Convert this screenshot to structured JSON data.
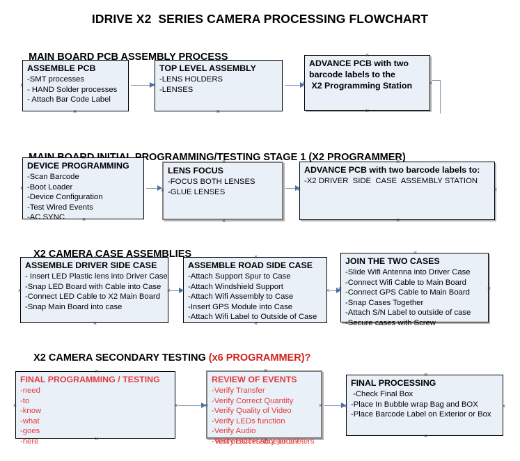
{
  "title": "IDRIVE X2  SERIES CAMERA PROCESSING FLOWCHART",
  "sections": [
    {
      "heading": "MAIN BOARD PCB ASSEMBLY PROCESS",
      "accent": ""
    },
    {
      "heading": "MAIN BOARD INITIAL PROGRAMMING/TESTING STAGE 1 (X2 PROGRAMMER)",
      "accent": ""
    },
    {
      "heading": "X2 CAMERA CASE ASSEMBLIES",
      "accent": ""
    },
    {
      "heading": "X2 CAMERA SECONDARY TESTING ",
      "accent": "(x6 PROGRAMMER)?"
    }
  ],
  "nodes": [
    {
      "id": "assemble-pcb",
      "title": "ASSEMBLE PCB",
      "lines": [
        "-SMT processes",
        "- HAND Solder processes",
        "- Attach Bar Code Label"
      ]
    },
    {
      "id": "top-level-assembly",
      "title": "TOP LEVEL ASSEMBLY",
      "lines": [
        "-LENS HOLDERS",
        "-LENSES"
      ]
    },
    {
      "id": "advance-pcb-programming-station",
      "title": "ADVANCE PCB with two",
      "lines": [
        "barcode labels to the",
        " X2 Programming Station"
      ]
    },
    {
      "id": "device-programming",
      "title": "DEVICE PROGRAMMING",
      "lines": [
        "-Scan Barcode",
        "-Boot Loader",
        "-Device Configuration",
        "-Test Wired Events",
        "-AC SYNC"
      ]
    },
    {
      "id": "lens-focus",
      "title": "LENS FOCUS",
      "lines": [
        "-FOCUS BOTH LENSES",
        "-GLUE LENSES"
      ]
    },
    {
      "id": "advance-pcb-driver-side",
      "title": "ADVANCE PCB with two barcode labels to:",
      "lines": [
        "-X2 DRIVER  SIDE  CASE  ASSEMBLY STATION"
      ]
    },
    {
      "id": "assemble-driver-side-case",
      "title": "ASSEMBLE DRIVER SIDE CASE",
      "lines": [
        "- Insert LED Plastic lens into Driver Case",
        "-Snap LED Board with Cable into Case",
        "-Connect LED Cable to X2 Main Board",
        "-Snap Main Board into case"
      ]
    },
    {
      "id": "assemble-road-side-case",
      "title": "ASSEMBLE ROAD SIDE CASE",
      "lines": [
        "-Attach Support Spur to Case",
        "-Attach Windshield Support",
        "-Attach Wifi Assembly to Case",
        "-Insert GPS Module into Case",
        "-Attach Wifi Label to Outside of Case"
      ]
    },
    {
      "id": "join-the-two-cases",
      "title": "JOIN THE TWO CASES",
      "lines": [
        "-Slide Wifi Antenna into Driver Case",
        "-Connect Wifi Cable to Main Board",
        "-Connect GPS Cable to Main Board",
        "-Snap Cases Together",
        "-Attach S/N Label to outside of case",
        "-Secure cases with Screw"
      ]
    },
    {
      "id": "final-programming-testing",
      "title": "FINAL PROGRAMMING / TESTING",
      "lines": [
        "-need",
        "-to",
        "-know",
        "-what",
        "-goes",
        "-here"
      ]
    },
    {
      "id": "review-of-events",
      "title": "REVIEW OF EVENTS",
      "lines": [
        "-Verify Transfer",
        "-Verify Correct Quantity",
        "-Verify Quality of Video",
        "-Verify LEDs function",
        "-Verify Audio",
        "-Verify BOTH Accelerometers"
      ],
      "overflow_line": "-Test of accessory ports?"
    },
    {
      "id": "final-processing",
      "title": "FINAL PROCESSING",
      "lines": [
        " -Check Final Box",
        "-Place In Bubble wrap Bag and BOX",
        "-Place Barcode Label on Exterior or Box"
      ]
    }
  ],
  "colors": {
    "node_fill": "#eaf0f8",
    "node_border": "#000000",
    "node_border_gray": "#7f7f7f",
    "connector": "#8496b0",
    "arrow": "#4472a8",
    "accent_red": "#e23b3b",
    "heading_accent_red": "#d02020",
    "text": "#000000"
  }
}
